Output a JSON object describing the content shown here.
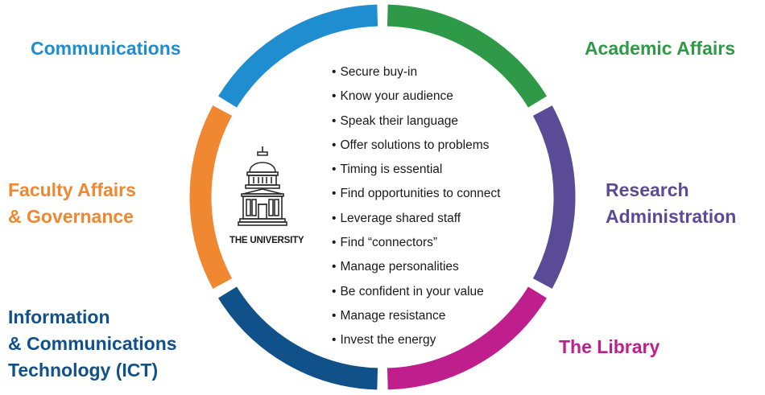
{
  "segments": [
    {
      "id": "academic",
      "color": "#2e9a47",
      "lines": [
        "Academic Affairs"
      ]
    },
    {
      "id": "research",
      "color": "#5b4b97",
      "lines": [
        "Research",
        "Administration"
      ]
    },
    {
      "id": "library",
      "color": "#bf1f8c",
      "lines": [
        "The Library"
      ]
    },
    {
      "id": "ict",
      "color": "#0f5188",
      "lines": [
        "Information",
        "& Communications",
        "Technology (ICT)"
      ]
    },
    {
      "id": "faculty",
      "color": "#f08731",
      "lines": [
        "Faculty Affairs",
        "& Governance"
      ]
    },
    {
      "id": "communications",
      "color": "#1f8ed0",
      "lines": [
        "Communications"
      ]
    }
  ],
  "center": {
    "icon": "university-building-icon",
    "label": "THE UNIVERSITY"
  },
  "bullets": [
    "Secure buy-in",
    "Know your audience",
    "Speak their language",
    "Offer solutions to problems",
    "Timing is essential",
    "Find opportunities to connect",
    "Leverage shared staff",
    "Find “connectors”",
    "Manage personalities",
    "Be confident in your value",
    "Manage resistance",
    "Invest the energy"
  ]
}
